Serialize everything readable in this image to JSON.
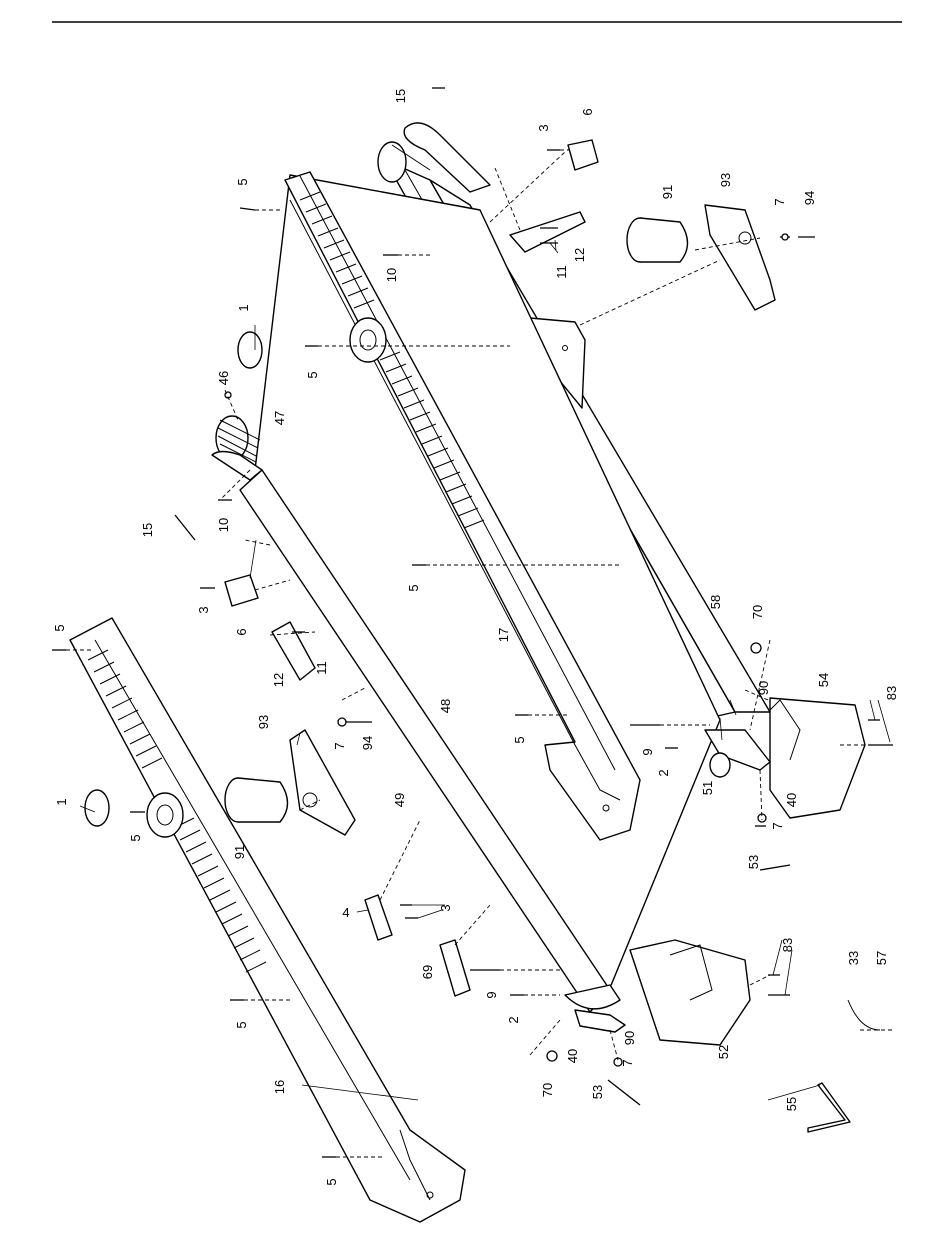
{
  "callouts": {
    "c1a": "1",
    "c1b": "1",
    "c2a": "2",
    "c2b": "2",
    "c3a": "3",
    "c3b": "3",
    "c3c": "3",
    "c4": "4",
    "c5a": "5",
    "c5b": "5",
    "c5c": "5",
    "c5d": "5",
    "c5e": "5",
    "c5f": "5",
    "c5g": "5",
    "c5h": "5",
    "c6a": "6",
    "c6b": "6",
    "c7a": "7",
    "c7b": "7",
    "c7c": "7",
    "c7d": "7",
    "c9a": "9",
    "c9b": "9",
    "c10a": "10",
    "c10b": "10",
    "c11a": "11",
    "c11b": "11",
    "c12a": "12",
    "c12b": "12",
    "c15a": "15",
    "c15b": "15",
    "c16": "16",
    "c17": "17",
    "c33": "33",
    "c40a": "40",
    "c40b": "40",
    "c46": "46",
    "c47": "47",
    "c48": "48",
    "c49": "49",
    "c51": "51",
    "c52": "52",
    "c53a": "53",
    "c53b": "53",
    "c54": "54",
    "c55": "55",
    "c57": "57",
    "c58": "58",
    "c69": "69",
    "c70a": "70",
    "c70b": "70",
    "c83a": "83",
    "c83b": "83",
    "c90a": "90",
    "c90b": "90",
    "c91a": "91",
    "c91b": "91",
    "c93a": "93",
    "c93b": "93",
    "c94a": "94",
    "c94b": "94"
  }
}
